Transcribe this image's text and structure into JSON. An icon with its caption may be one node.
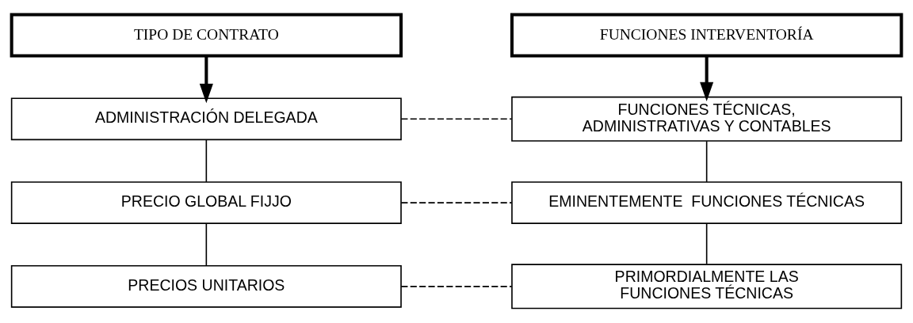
{
  "diagram": {
    "nodes": [
      {
        "text": [
          "TIPO DE CONTRATO"
        ]
      },
      {
        "text": [
          "FUNCIONES INTERVENTORÍA"
        ]
      },
      {
        "text": [
          "ADMINISTRACIÓN DELEGADA"
        ]
      },
      {
        "text": [
          "FUNCIONES TÉCNICAS, ADMINISTRATIVAS Y CONTABLES"
        ]
      },
      {
        "text": [
          "PRECIO GLOBAL FIJJO"
        ]
      },
      {
        "text": [
          "EMINENTEMENTE  FUNCIONES TÉCNICAS"
        ]
      },
      {
        "text": [
          "PRECIOS UNITARIOS"
        ]
      },
      {
        "text": [
          "PRIMORDIALMENTE LAS FUNCIONES TÉCNICAS"
        ]
      }
    ],
    "edges": [
      {
        "from": 0,
        "to": 2,
        "arrow": "to",
        "style": "thick"
      },
      {
        "from": 1,
        "to": 3,
        "arrow": "to",
        "style": "thick"
      },
      {
        "from": 2,
        "to": 3,
        "arrow": "none",
        "style": "dashed"
      },
      {
        "from": 2,
        "to": 4,
        "arrow": "none"
      },
      {
        "from": 3,
        "to": 5,
        "arrow": "none"
      },
      {
        "from": 4,
        "to": 5,
        "arrow": "none",
        "style": "dashed"
      },
      {
        "from": 4,
        "to": 6,
        "arrow": "none"
      },
      {
        "from": 5,
        "to": 7,
        "arrow": "none"
      },
      {
        "from": 6,
        "to": 7,
        "arrow": "none",
        "style": "dashed"
      }
    ]
  }
}
